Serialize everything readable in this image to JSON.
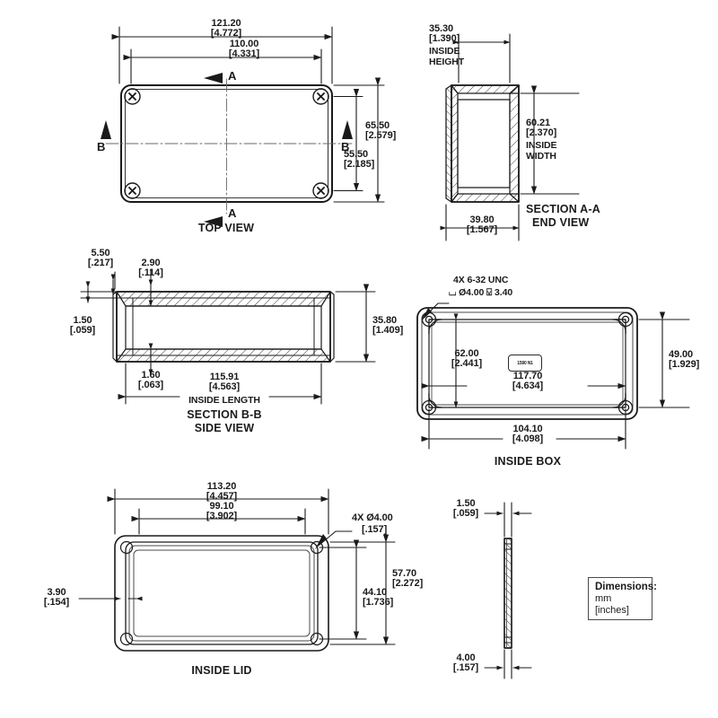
{
  "drawing": {
    "units_note": {
      "heading": "Dimensions:",
      "unit_primary": "mm",
      "unit_secondary": "[inches]"
    },
    "part_label": "1590 N1"
  },
  "views": {
    "top": {
      "title": "TOP VIEW",
      "section_marks": {
        "a_top": "A",
        "a_bottom": "A",
        "b_left": "B",
        "b_right": "B"
      },
      "dims": {
        "overall_length": {
          "mm": "121.20",
          "in": "[4.772]"
        },
        "screw_length": {
          "mm": "110.00",
          "in": "[4.331]"
        },
        "overall_width": {
          "mm": "65.50",
          "in": "[2.579]"
        },
        "screw_width": {
          "mm": "55.50",
          "in": "[2.185]"
        }
      }
    },
    "end": {
      "title_line1": "SECTION A-A",
      "title_line2": "END VIEW",
      "dims": {
        "inside_height": {
          "mm": "35.30",
          "in": "[1.390]",
          "note1": "INSIDE",
          "note2": "HEIGHT"
        },
        "inside_width": {
          "mm": "60.21",
          "in": "[2.370]",
          "note1": "INSIDE",
          "note2": "WIDTH"
        },
        "outside_width": {
          "mm": "39.80",
          "in": "[1.567]"
        }
      }
    },
    "side": {
      "title_line1": "SECTION B-B",
      "title_line2": "SIDE VIEW",
      "dims": {
        "flange_offset": {
          "mm": "5.50",
          "in": "[.217]"
        },
        "lip_thickness": {
          "mm": "2.90",
          "in": "[.114]"
        },
        "lip_height": {
          "mm": "1.50",
          "in": "[.059]"
        },
        "wall_base": {
          "mm": "1.60",
          "in": "[.063]"
        },
        "inside_length": {
          "mm": "115.91",
          "in": "[4.563]",
          "note": "INSIDE LENGTH"
        },
        "outside_height": {
          "mm": "35.80",
          "in": "[1.409]"
        }
      }
    },
    "inside_box": {
      "title": "INSIDE BOX",
      "callout_line1": "4X 6-32 UNC",
      "callout_line2": "⌴ Ø4.00 ⍌ 3.40",
      "dims": {
        "boss_spacing_v": {
          "mm": "62.00",
          "in": "[2.441]"
        },
        "inside_length": {
          "mm": "117.70",
          "in": "[4.634]"
        },
        "inside_width": {
          "mm": "49.00",
          "in": "[1.929]"
        },
        "boss_spacing_h": {
          "mm": "104.10",
          "in": "[4.098]"
        }
      }
    },
    "inside_lid": {
      "title": "INSIDE LID",
      "callout_line1": "4X Ø4.00",
      "callout_line2": "[.157]",
      "dims": {
        "overall_length": {
          "mm": "113.20",
          "in": "[4.457]"
        },
        "hole_spacing_h": {
          "mm": "99.10",
          "in": "[3.902]"
        },
        "rib_width": {
          "mm": "3.90",
          "in": "[.154]"
        },
        "overall_width": {
          "mm": "57.70",
          "in": "[2.272]"
        },
        "hole_spacing_v": {
          "mm": "44.10",
          "in": "[1.736]"
        }
      }
    },
    "lid_edge": {
      "dims": {
        "rib_thickness": {
          "mm": "1.50",
          "in": "[.059]"
        },
        "lid_thickness": {
          "mm": "4.00",
          "in": "[.157]"
        }
      }
    }
  },
  "colors": {
    "line": "#1a1a1a",
    "thin": "#4a4a4a",
    "hatch": "#3a3a3a",
    "center": "#6a6a6a",
    "background": "#ffffff"
  }
}
